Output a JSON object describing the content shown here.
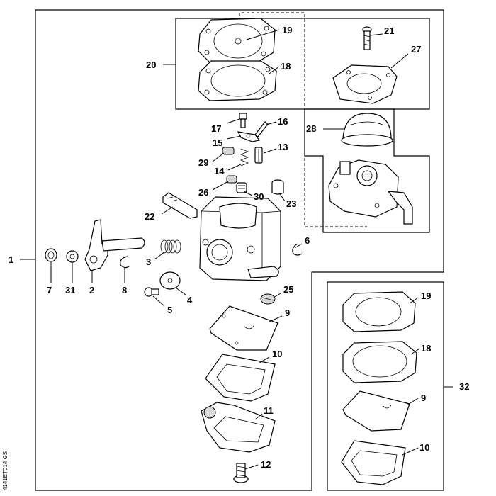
{
  "labels": {
    "l1": "1",
    "l2": "2",
    "l3": "3",
    "l4": "4",
    "l5": "5",
    "l6": "6",
    "l7": "7",
    "l8": "8",
    "l9": "9",
    "l9b": "9",
    "l10": "10",
    "l10b": "10",
    "l11": "11",
    "l12": "12",
    "l13": "13",
    "l14": "14",
    "l15": "15",
    "l16": "16",
    "l17": "17",
    "l18": "18",
    "l18b": "18",
    "l19": "19",
    "l19b": "19",
    "l20": "20",
    "l21": "21",
    "l22": "22",
    "l23": "23",
    "l25": "25",
    "l26": "26",
    "l27": "27",
    "l28": "28",
    "l29": "29",
    "l30": "30",
    "l31": "31",
    "l32": "32"
  },
  "drawing_code": "4141ET014 GS"
}
